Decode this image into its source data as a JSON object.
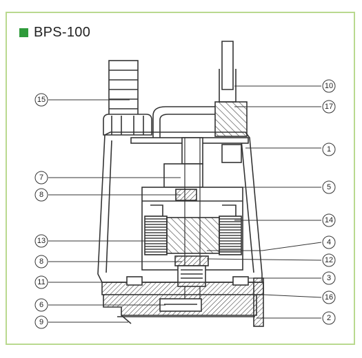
{
  "title": "BPS-100",
  "colors": {
    "frame": "#b9d98f",
    "marker": "#2f9b3b",
    "line": "#333333"
  },
  "callouts": {
    "c1": "1",
    "c2": "2",
    "c3": "3",
    "c4": "4",
    "c5": "5",
    "c6": "6",
    "c7": "7",
    "c8a": "8",
    "c8b": "8",
    "c9": "9",
    "c10": "10",
    "c11": "11",
    "c12": "12",
    "c13": "13",
    "c14": "14",
    "c15": "15",
    "c16": "16",
    "c17": "17"
  }
}
